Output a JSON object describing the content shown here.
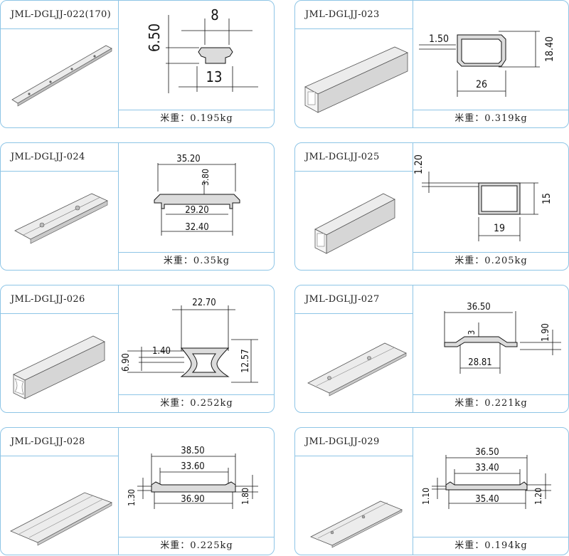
{
  "weight_label": "米重：",
  "products": [
    {
      "code": "JML-DGLJJ-022(170)",
      "weight": "0.195kg",
      "dims": [
        "8",
        "6.50",
        "13"
      ]
    },
    {
      "code": "JML-DGLJJ-023",
      "weight": "0.319kg",
      "dims": [
        "1.50",
        "18.40",
        "26"
      ]
    },
    {
      "code": "JML-DGLJJ-024",
      "weight": "0.35kg",
      "dims": [
        "35.20",
        "3.80",
        "29.20",
        "32.40"
      ]
    },
    {
      "code": "JML-DGLJJ-025",
      "weight": "0.205kg",
      "dims": [
        "1.20",
        "15",
        "19"
      ]
    },
    {
      "code": "JML-DGLJJ-026",
      "weight": "0.252kg",
      "dims": [
        "22.70",
        "1.40",
        "6.90",
        "12.57"
      ]
    },
    {
      "code": "JML-DGLJJ-027",
      "weight": "0.221kg",
      "dims": [
        "36.50",
        "3",
        "1.90",
        "28.81"
      ]
    },
    {
      "code": "JML-DGLJJ-028",
      "weight": "0.225kg",
      "dims": [
        "38.50",
        "33.60",
        "1.30",
        "36.90",
        "1.80"
      ]
    },
    {
      "code": "JML-DGLJJ-029",
      "weight": "0.194kg",
      "dims": [
        "36.50",
        "33.40",
        "1.10",
        "35.40",
        "1.20"
      ]
    }
  ]
}
